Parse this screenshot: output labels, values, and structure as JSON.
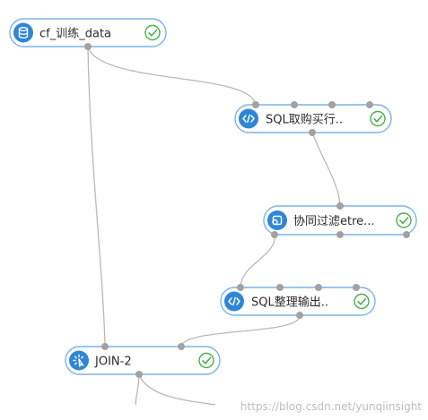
{
  "nodes": [
    {
      "id": "n1",
      "label": "cf_训练_data",
      "icon": "database-icon",
      "status": "success",
      "status_icon": "check-circle-icon"
    },
    {
      "id": "n2",
      "label": "SQL取购买行..",
      "icon": "code-icon",
      "status": "success",
      "status_icon": "check-circle-icon"
    },
    {
      "id": "n3",
      "label": "协同过滤etre...",
      "icon": "filter-icon",
      "status": "success",
      "status_icon": "check-circle-icon"
    },
    {
      "id": "n4",
      "label": "SQL整理输出..",
      "icon": "code-icon",
      "status": "success",
      "status_icon": "check-circle-icon"
    },
    {
      "id": "n5",
      "label": "JOIN-2",
      "icon": "join-icon",
      "status": "success",
      "status_icon": "check-circle-icon"
    }
  ],
  "watermark": "https://blog.csdn.net/yunqiinsight",
  "colors": {
    "node_border": "#7ab4e6",
    "icon_background": "#2f86d6",
    "status_success": "#4cae4c",
    "edge": "#b9b9b9",
    "port": "#a2a2a2"
  }
}
